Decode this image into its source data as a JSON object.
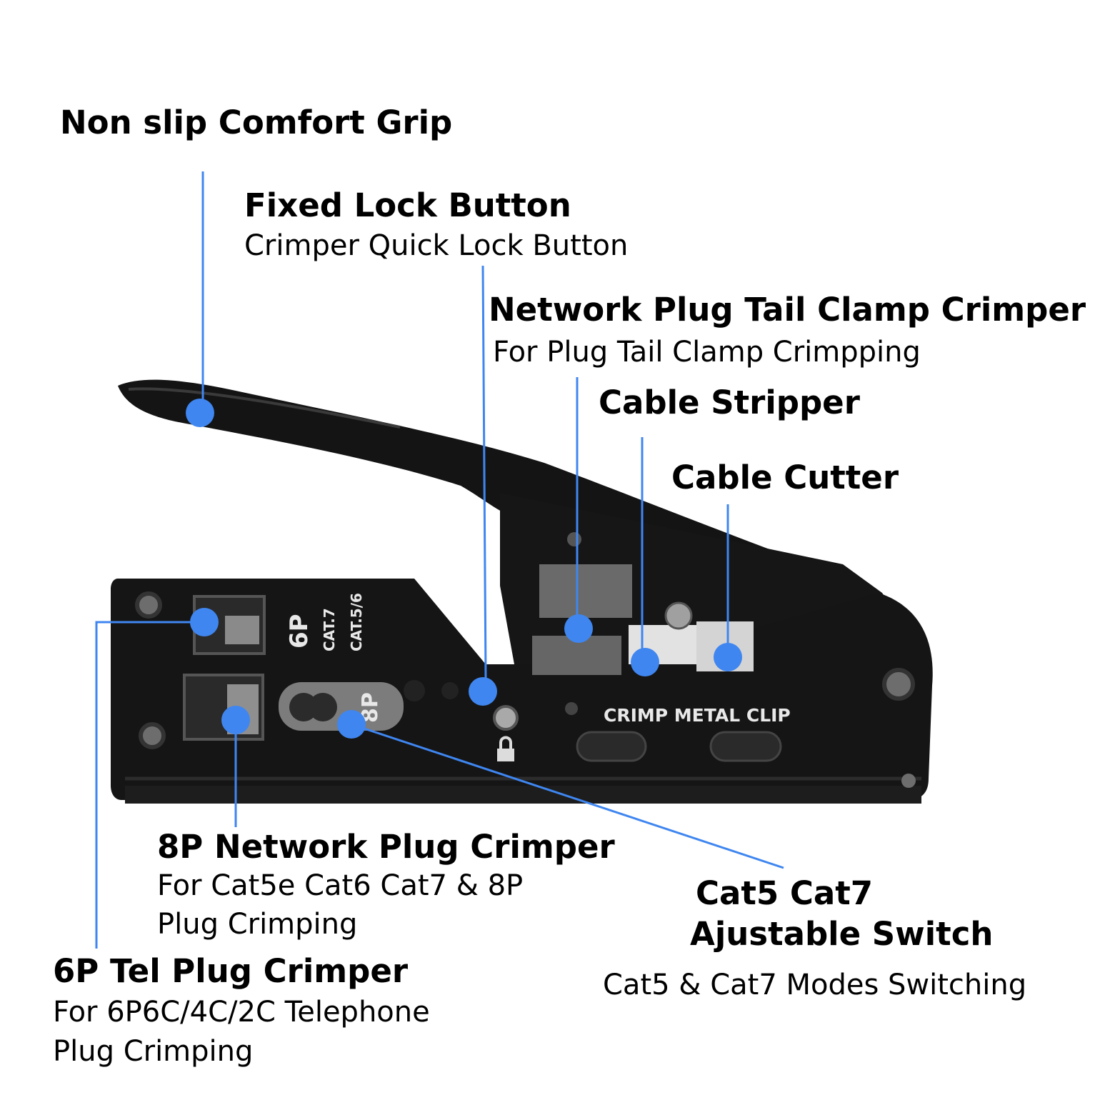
{
  "colors": {
    "callout": "#3f86f0",
    "tool_body": "#111111",
    "metal": "#6f6f6f"
  },
  "callouts": {
    "grip": {
      "title": "Non slip Comfort Grip"
    },
    "lock": {
      "title": "Fixed Lock Button",
      "sub": "Crimper Quick Lock Button"
    },
    "tail": {
      "title": "Network Plug Tail Clamp Crimper",
      "sub": "For Plug Tail Clamp Crimpping"
    },
    "stripper": {
      "title": "Cable Stripper"
    },
    "cutter": {
      "title": "Cable Cutter"
    },
    "p8": {
      "title": "8P Network Plug Crimper",
      "sub1": "For Cat5e Cat6 Cat7 & 8P",
      "sub2": "Plug Crimping"
    },
    "p6": {
      "title": "6P Tel Plug Crimper",
      "sub1": "For 6P6C/4C/2C Telephone",
      "sub2": "Plug Crimping"
    },
    "sw": {
      "title1": "Cat5 Cat7",
      "title2": "Ajustable Switch",
      "sub": "Cat5 & Cat7 Modes Switching"
    }
  },
  "tool_markings": {
    "p6": "6P",
    "cat7": "CAT.7",
    "cat56": "CAT.5/6",
    "p8": "8P",
    "crimp_metal_clip": "CRIMP METAL CLIP"
  },
  "icons": {
    "lock": "padlock-icon"
  }
}
